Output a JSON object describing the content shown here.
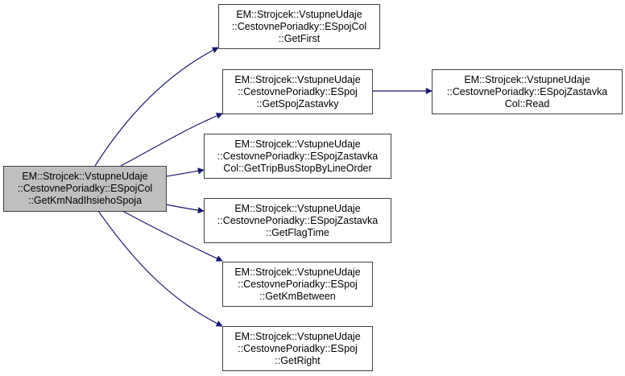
{
  "diagram": {
    "type": "call-graph",
    "colors": {
      "edge": "#191970",
      "root_fill": "#bfbfbf",
      "node_fill": "#ffffff",
      "border": "#404040"
    },
    "nodes": [
      {
        "id": "root",
        "lines": [
          "EM::Strojcek::VstupneUdaje",
          "::CestovnePoriadky::ESpojCol",
          "::GetKmNadIhsiehoSpoja"
        ]
      },
      {
        "id": "getfirst",
        "lines": [
          "EM::Strojcek::VstupneUdaje",
          "::CestovnePoriadky::ESpojCol",
          "::GetFirst"
        ]
      },
      {
        "id": "getspojzastavky",
        "lines": [
          "EM::Strojcek::VstupneUdaje",
          "::CestovnePoriadky::ESpoj",
          "::GetSpojZastavky"
        ]
      },
      {
        "id": "read",
        "lines": [
          "EM::Strojcek::VstupneUdaje",
          "::CestovnePoriadky::ESpojZastavka",
          "Col::Read"
        ]
      },
      {
        "id": "gettripbusstop",
        "lines": [
          "EM::Strojcek::VstupneUdaje",
          "::CestovnePoriadky::ESpojZastavka",
          "Col::GetTripBusStopByLineOrder"
        ]
      },
      {
        "id": "getflagtime",
        "lines": [
          "EM::Strojcek::VstupneUdaje",
          "::CestovnePoriadky::ESpojZastavka",
          "::GetFlagTime"
        ]
      },
      {
        "id": "getkmbetween",
        "lines": [
          "EM::Strojcek::VstupneUdaje",
          "::CestovnePoriadky::ESpoj",
          "::GetKmBetween"
        ]
      },
      {
        "id": "getright",
        "lines": [
          "EM::Strojcek::VstupneUdaje",
          "::CestovnePoriadky::ESpoj",
          "::GetRight"
        ]
      }
    ],
    "edges": [
      {
        "from": "root",
        "to": "getfirst"
      },
      {
        "from": "root",
        "to": "getspojzastavky"
      },
      {
        "from": "root",
        "to": "gettripbusstop"
      },
      {
        "from": "root",
        "to": "getflagtime"
      },
      {
        "from": "root",
        "to": "getkmbetween"
      },
      {
        "from": "root",
        "to": "getright"
      },
      {
        "from": "getspojzastavky",
        "to": "read"
      }
    ]
  }
}
